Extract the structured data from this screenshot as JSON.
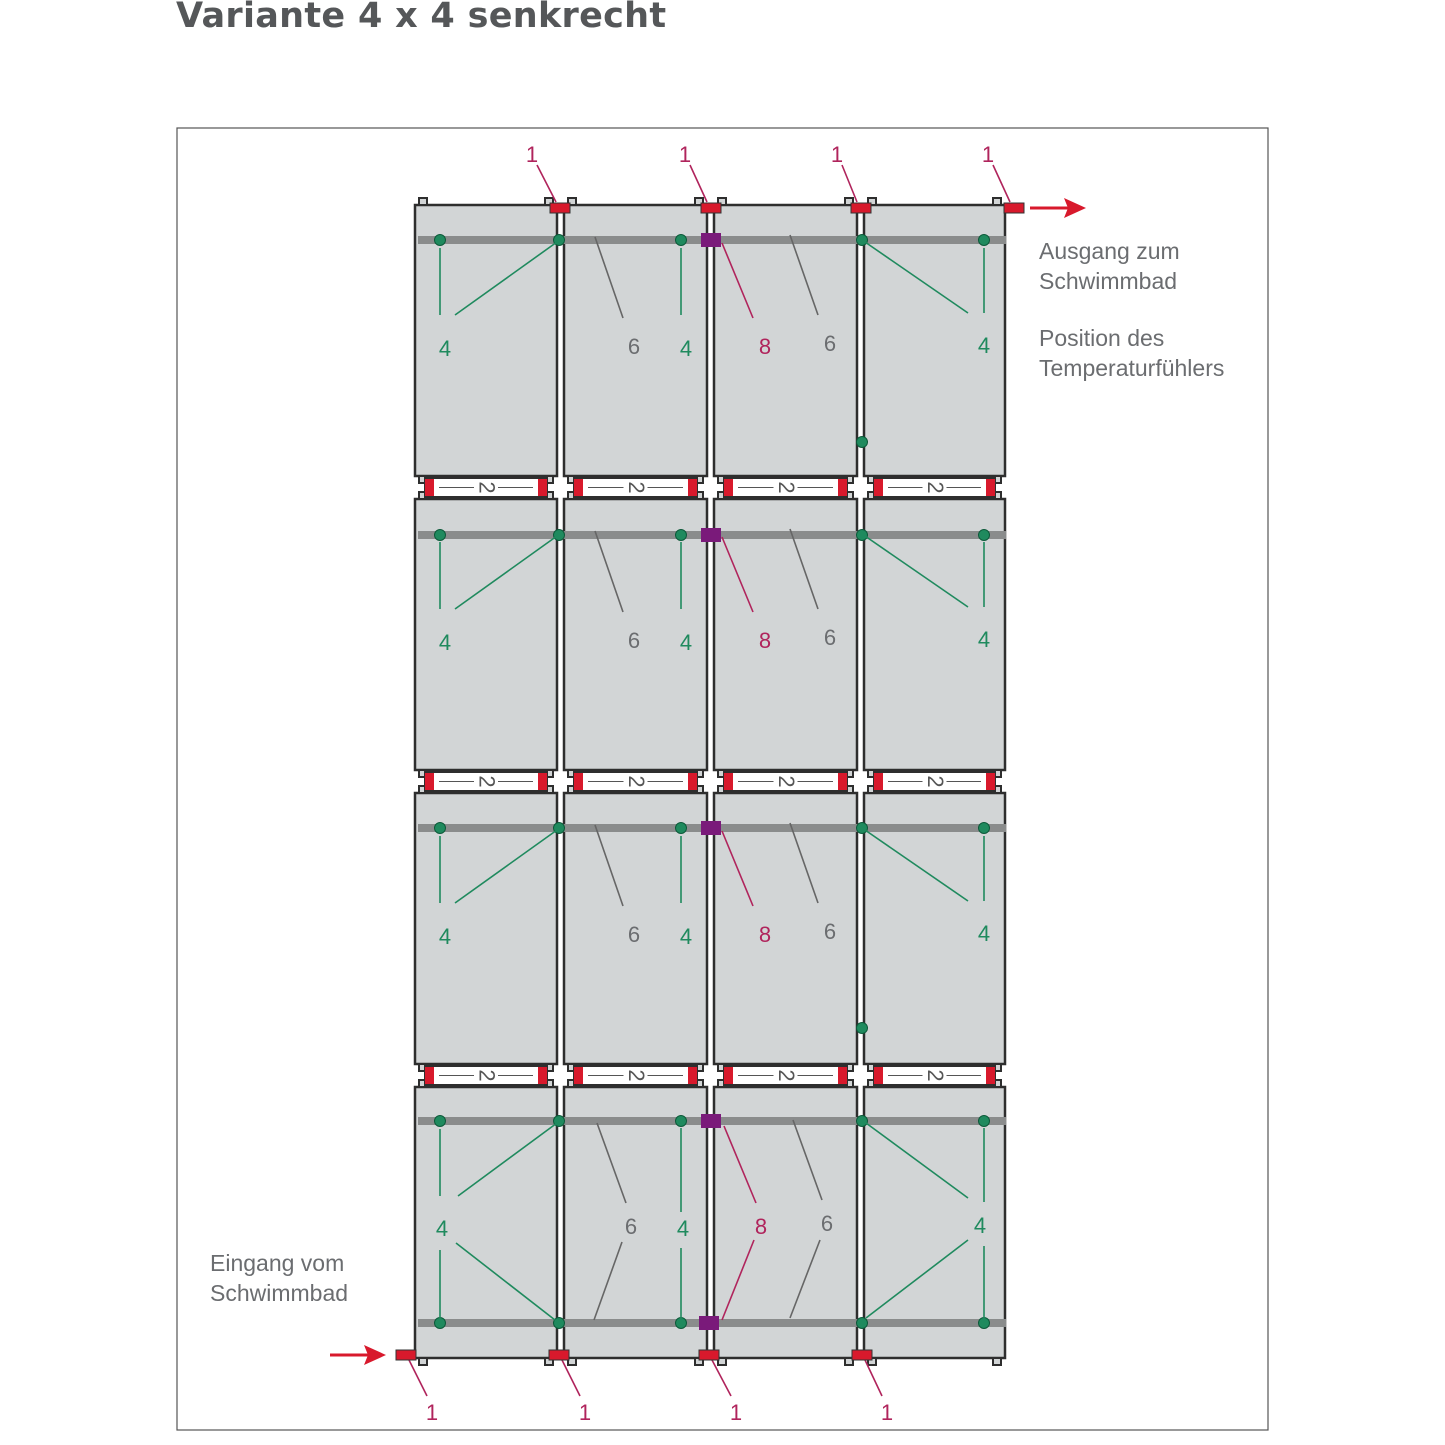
{
  "title": "Variante 4 x 4 senkrecht",
  "notes": {
    "outlet": [
      "Ausgang zum",
      "Schwimmbad"
    ],
    "sensor": [
      "Position des",
      "Temperaturfühlers"
    ],
    "inlet": [
      "Eingang vom",
      "Schwimmbad"
    ]
  },
  "markers": {
    "connector": "1",
    "link": "2",
    "fastener": "4",
    "header": "6",
    "sensor": "8"
  },
  "grid": {
    "rows": 4,
    "cols": 4
  },
  "colors": {
    "panel": "#d2d5d6",
    "outline": "#2e2e2e",
    "header_bar": "#8a8c8c",
    "green": "#1f8a5e",
    "red": "#d8192c",
    "magenta": "#b0245c",
    "purple": "#7a1a7a",
    "gray_text": "#6b6d70"
  }
}
